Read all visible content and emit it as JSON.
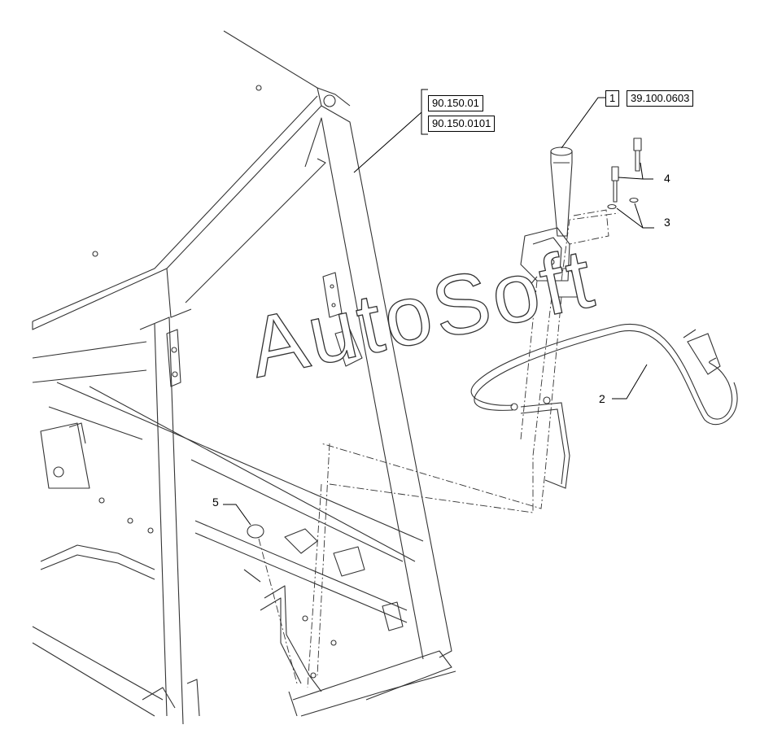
{
  "references": {
    "ref_a": "90.150.01",
    "ref_b": "90.150.0101",
    "item_number": "1",
    "part_number": "39.100.0603"
  },
  "callouts": {
    "c2": "2",
    "c3": "3",
    "c4": "4",
    "c5": "5"
  },
  "watermark": "AutoSoft",
  "colors": {
    "line": "#333333",
    "background": "#ffffff"
  }
}
